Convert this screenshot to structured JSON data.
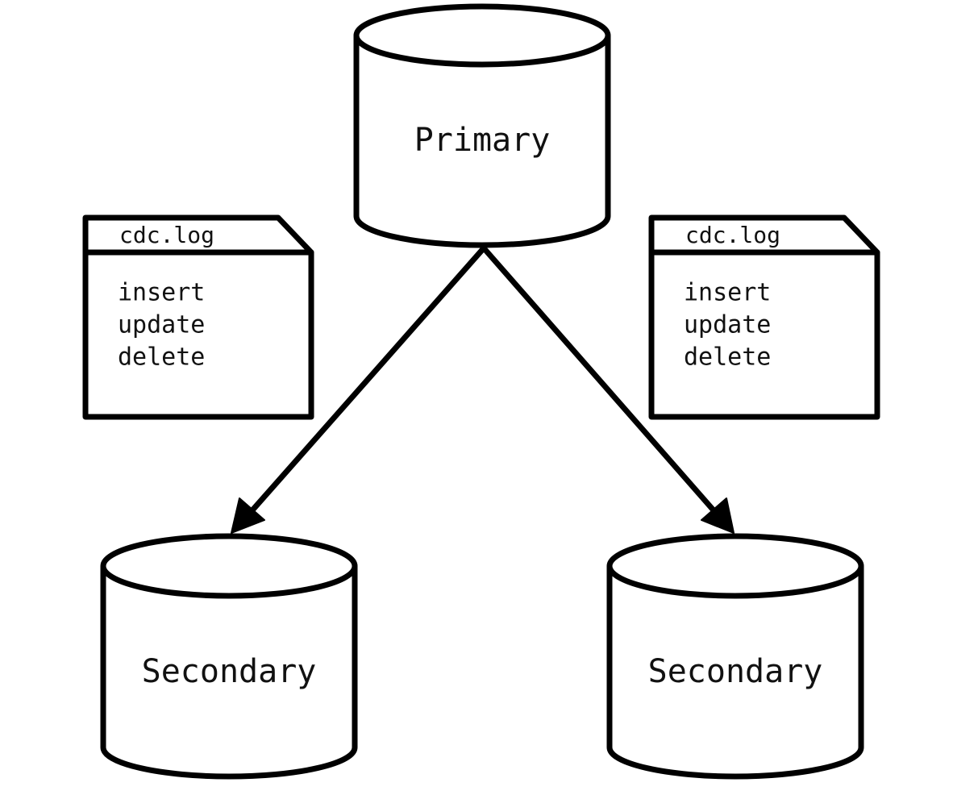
{
  "nodes": {
    "primary": {
      "label": "Primary"
    },
    "secondary_left": {
      "label": "Secondary"
    },
    "secondary_right": {
      "label": "Secondary"
    }
  },
  "logs": {
    "left": {
      "title": "cdc.log",
      "lines": [
        "insert",
        "update",
        "delete"
      ]
    },
    "right": {
      "title": "cdc.log",
      "lines": [
        "insert",
        "update",
        "delete"
      ]
    }
  },
  "edges": [
    {
      "from": "primary",
      "to": "secondary_left"
    },
    {
      "from": "primary",
      "to": "secondary_right"
    }
  ],
  "colors": {
    "stroke": "#000000",
    "fill": "#ffffff",
    "text": "#111111"
  }
}
